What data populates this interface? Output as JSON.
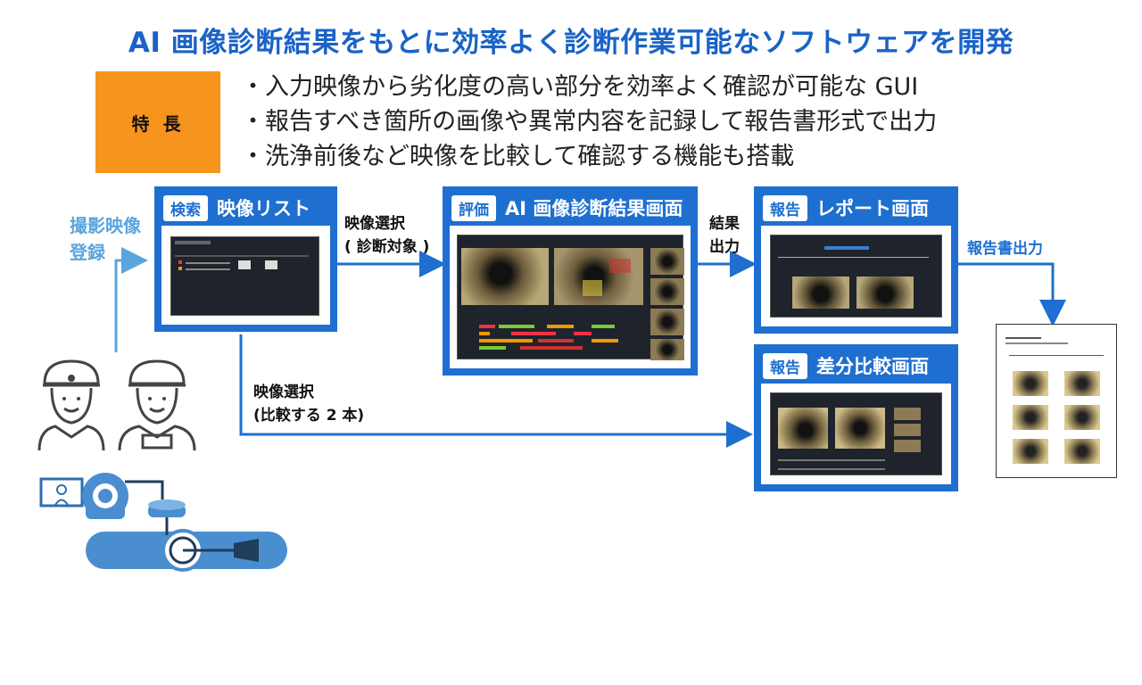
{
  "title": "AI 画像診断結果をもとに効率よく診断作業可能なソフトウェアを開発",
  "feature": {
    "label": "特 長",
    "items": [
      "・入力映像から劣化度の高い部分を効率よく確認が可能な GUI",
      "・報告すべき箇所の画像や異常内容を記録して報告書形式で出力",
      "・洗浄前後など映像を比較して確認する機能も搭載"
    ]
  },
  "panels": {
    "list": {
      "tag": "検索",
      "title": "映像リスト"
    },
    "eval": {
      "tag": "評価",
      "title": "AI 画像診断結果画面"
    },
    "report": {
      "tag": "報告",
      "title": "レポート画面"
    },
    "diff": {
      "tag": "報告",
      "title": "差分比較画面"
    }
  },
  "flow": {
    "register": [
      "撮影映像",
      "登録"
    ],
    "select_diag": [
      "映像選択",
      "( 診断対象 )"
    ],
    "result_out": [
      "結果",
      "出力"
    ],
    "report_out": "報告書出力",
    "select_compare": [
      "映像選択",
      "(比較する 2 本)"
    ]
  },
  "colors": {
    "accent": "#1e6fd0",
    "title": "#1a63c7",
    "badge": "#f7941d",
    "flow_light": "#5aa5dd"
  }
}
